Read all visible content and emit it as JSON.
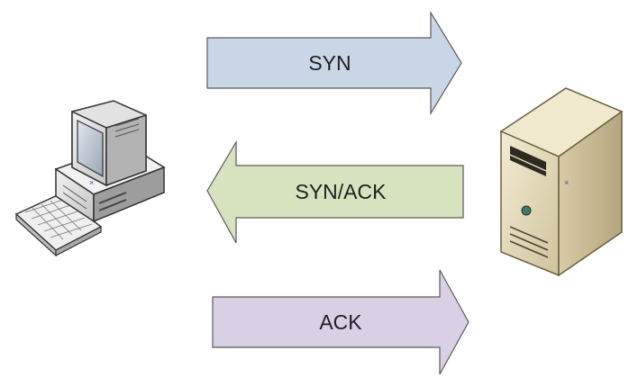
{
  "diagram": {
    "nodes": {
      "client": {
        "icon": "desktop-computer-icon"
      },
      "server": {
        "icon": "tower-server-icon"
      }
    },
    "arrows": [
      {
        "id": "syn",
        "label": "SYN",
        "direction": "right",
        "fill": "#c9d6e6"
      },
      {
        "id": "synack",
        "label": "SYN/ACK",
        "direction": "left",
        "fill": "#d7e3bf"
      },
      {
        "id": "ack",
        "label": "ACK",
        "direction": "right",
        "fill": "#d9d0e6"
      }
    ]
  }
}
